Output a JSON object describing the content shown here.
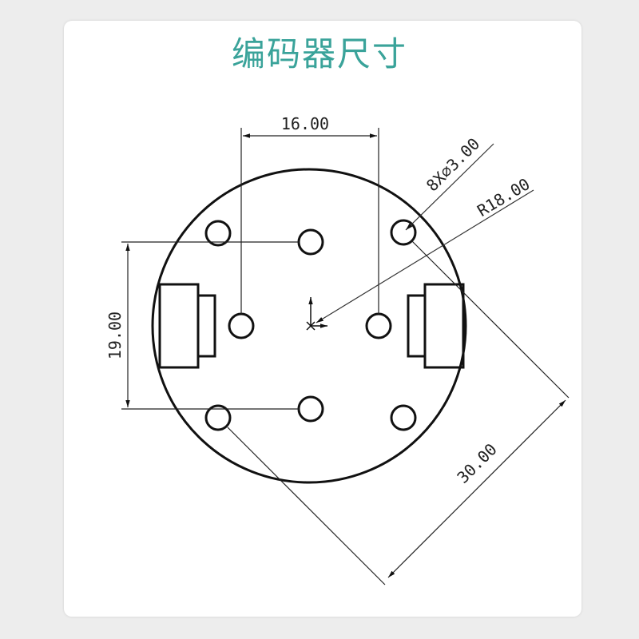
{
  "title": "编码器尺寸",
  "dimensions": {
    "hole_spacing_horizontal": "16.00",
    "hole_spacing_vertical": "19.00",
    "hole_callout": "8X∅3.00",
    "radius_callout": "R18.00",
    "diagonal_spacing": "30.00"
  },
  "colors": {
    "title": "#3aa39a",
    "line": "#111111",
    "leader": "#555555"
  }
}
